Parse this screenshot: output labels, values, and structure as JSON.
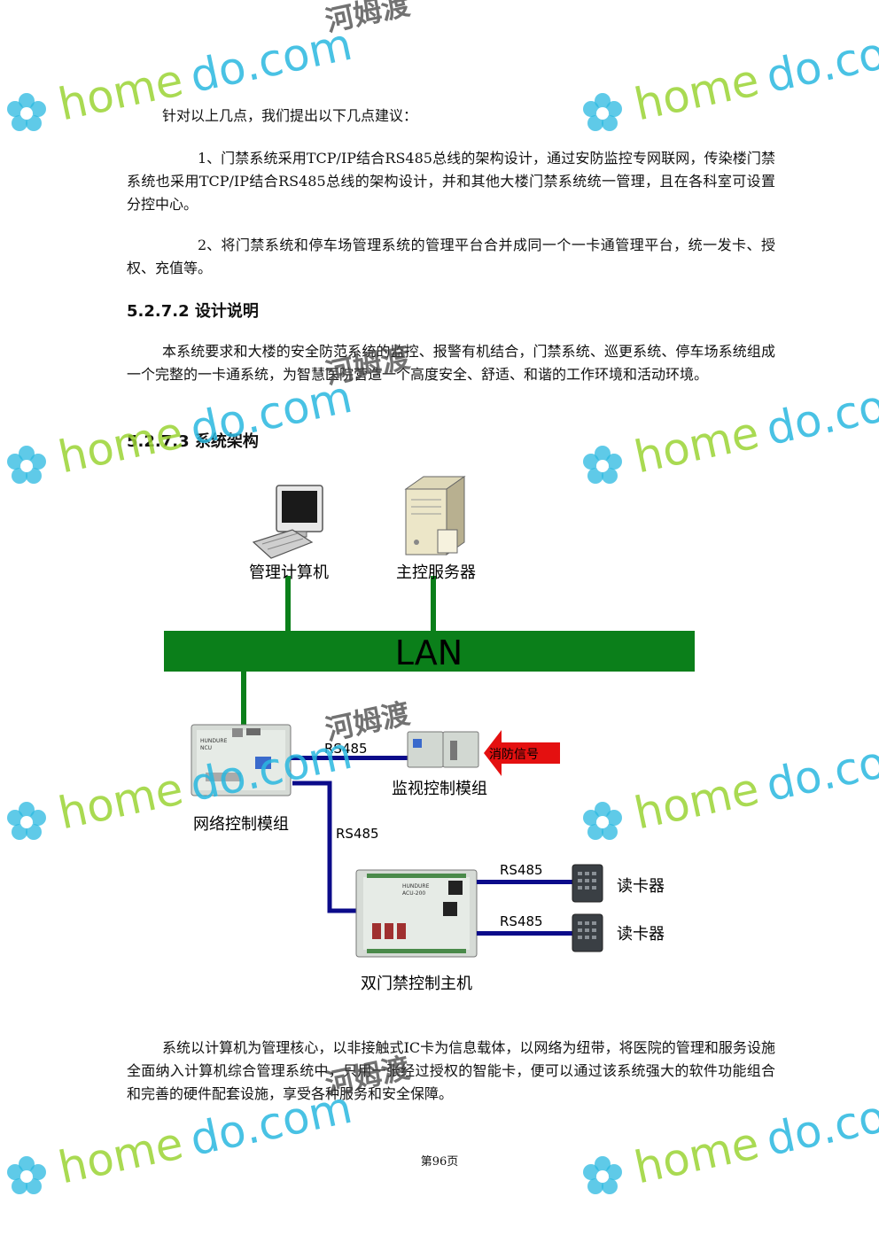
{
  "paragraphs": {
    "intro": "针对以上几点，我们提出以下几点建议：",
    "item1_num": "1、",
    "item1_text": "门禁系统采用TCP/IP结合RS485总线的架构设计，通过安防监控专网联网，传染楼门禁系统也采用TCP/IP结合RS485总线的架构设计，并和其他大楼门禁系统统一管理，且在各科室可设置分控中心。",
    "item2_num": "2、",
    "item2_text": "将门禁系统和停车场管理系统的管理平台合并成同一个一卡通管理平台，统一发卡、授权、充值等。",
    "design_text": "本系统要求和大楼的安全防范系统的监控、报警有机结合，门禁系统、巡更系统、停车场系统组成一个完整的一卡通系统，为智慧医院营造一个高度安全、舒适、和谐的工作环境和活动环境。",
    "closing_text": "系统以计算机为管理核心，以非接触式IC卡为信息载体，以网络为纽带，将医院的管理和服务设施全面纳入计算机综合管理系统中，只用一张经过授权的智能卡，便可以通过该系统强大的软件功能组合和完善的硬件配套设施，享受各种服务和安全保障。"
  },
  "headings": {
    "design": "5.2.7.2 设计说明",
    "arch": "5.2.7.3 系统架构"
  },
  "diagram": {
    "pc_label": "管理计算机",
    "server_label": "主控服务器",
    "lan_label": "LAN",
    "network_module_label": "网络控制模组",
    "monitor_module_label": "监视控制模组",
    "fire_signal_label": "消防信号",
    "rs485_1": "RS485",
    "rs485_2": "RS485",
    "rs485_3": "RS485",
    "rs485_4": "RS485",
    "reader_1_label": "读卡器",
    "reader_2_label": "读卡器",
    "door_controller_label": "双门禁控制主机",
    "ncu_brand": "HUNDURE",
    "ncu_model": "NCU",
    "acu_brand": "HUNDURE",
    "acu_model": "ACU-200"
  },
  "watermark": {
    "text_home": "home",
    "text_do": "do",
    "text_com": ".com",
    "text_cn": "河姆渡"
  },
  "page": {
    "number": "第96页"
  },
  "colors": {
    "lan_green": "#0b7f1a",
    "rs485_blue": "#0b0b8a",
    "fire_red": "#e41010",
    "wm_green": "#9bd435",
    "wm_cyan": "#2ab8e0"
  }
}
